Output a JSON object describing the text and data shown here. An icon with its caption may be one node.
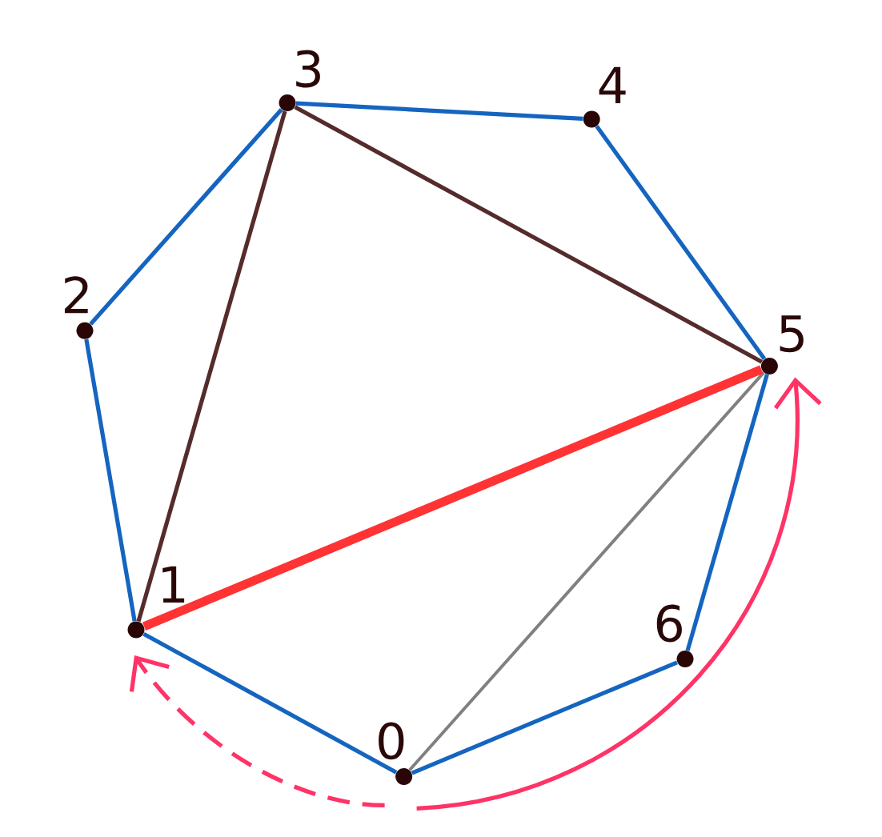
{
  "diagram": {
    "nodes": [
      {
        "text": [
          "0"
        ]
      },
      {
        "text": [
          "1"
        ]
      },
      {
        "text": [
          "2"
        ]
      },
      {
        "text": [
          "3"
        ]
      },
      {
        "text": [
          "4"
        ]
      },
      {
        "text": [
          "5"
        ]
      },
      {
        "text": [
          "6"
        ]
      }
    ],
    "edges": [
      {
        "from": 0,
        "to": 1,
        "arrow": "none"
      },
      {
        "from": 1,
        "to": 2,
        "arrow": "none"
      },
      {
        "from": 2,
        "to": 3,
        "arrow": "none"
      },
      {
        "from": 3,
        "to": 4,
        "arrow": "none"
      },
      {
        "from": 4,
        "to": 5,
        "arrow": "none"
      },
      {
        "from": 5,
        "to": 6,
        "arrow": "none"
      },
      {
        "from": 6,
        "to": 0,
        "arrow": "none"
      },
      {
        "from": 1,
        "to": 3,
        "arrow": "none",
        "color": "#552b2b"
      },
      {
        "from": 3,
        "to": 5,
        "arrow": "none",
        "color": "#552b2b"
      },
      {
        "from": 0,
        "to": 5,
        "arrow": "none",
        "color": "#808080"
      },
      {
        "from": 1,
        "to": 5,
        "arrow": "none",
        "style": "thick",
        "color": "#ff3333"
      },
      {
        "from": 0,
        "to": 5,
        "arrow": "to",
        "color": "#ff3366"
      },
      {
        "from": 0,
        "to": 1,
        "arrow": "to",
        "style": "dashed",
        "color": "#ff3366"
      }
    ]
  }
}
